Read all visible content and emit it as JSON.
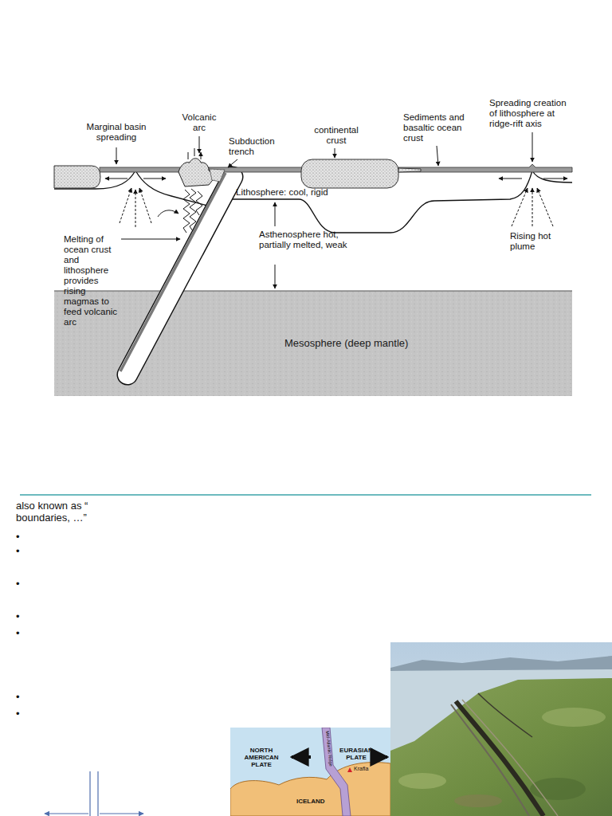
{
  "diagram": {
    "nodes": [
      {
        "text": [
          "Mesosphere (deep mantle)"
        ]
      }
    ],
    "labels": [
      "Marginal basin spreading",
      "Volcanic arc",
      "Subduction trench",
      "continental crust",
      "Sediments and basaltic ocean crust",
      "Spreading creation of lithosphere at ridge-rift axis",
      "Lithosphere: cool, rigid",
      "Asthenosphere hot, partially melted, weak",
      "Rising hot plume",
      "Melting of ocean crust and lithosphere provides rising magmas to feed volcanic arc",
      "also known as “",
      "boundaries, …”",
      "•",
      "•",
      "•",
      "•",
      "•",
      "•",
      "•",
      "NORTH AMERICAN PLATE",
      "Mid-Atlantic Ridge",
      "EURASIAN PLATE",
      "Krafla",
      "ICELAND"
    ]
  }
}
